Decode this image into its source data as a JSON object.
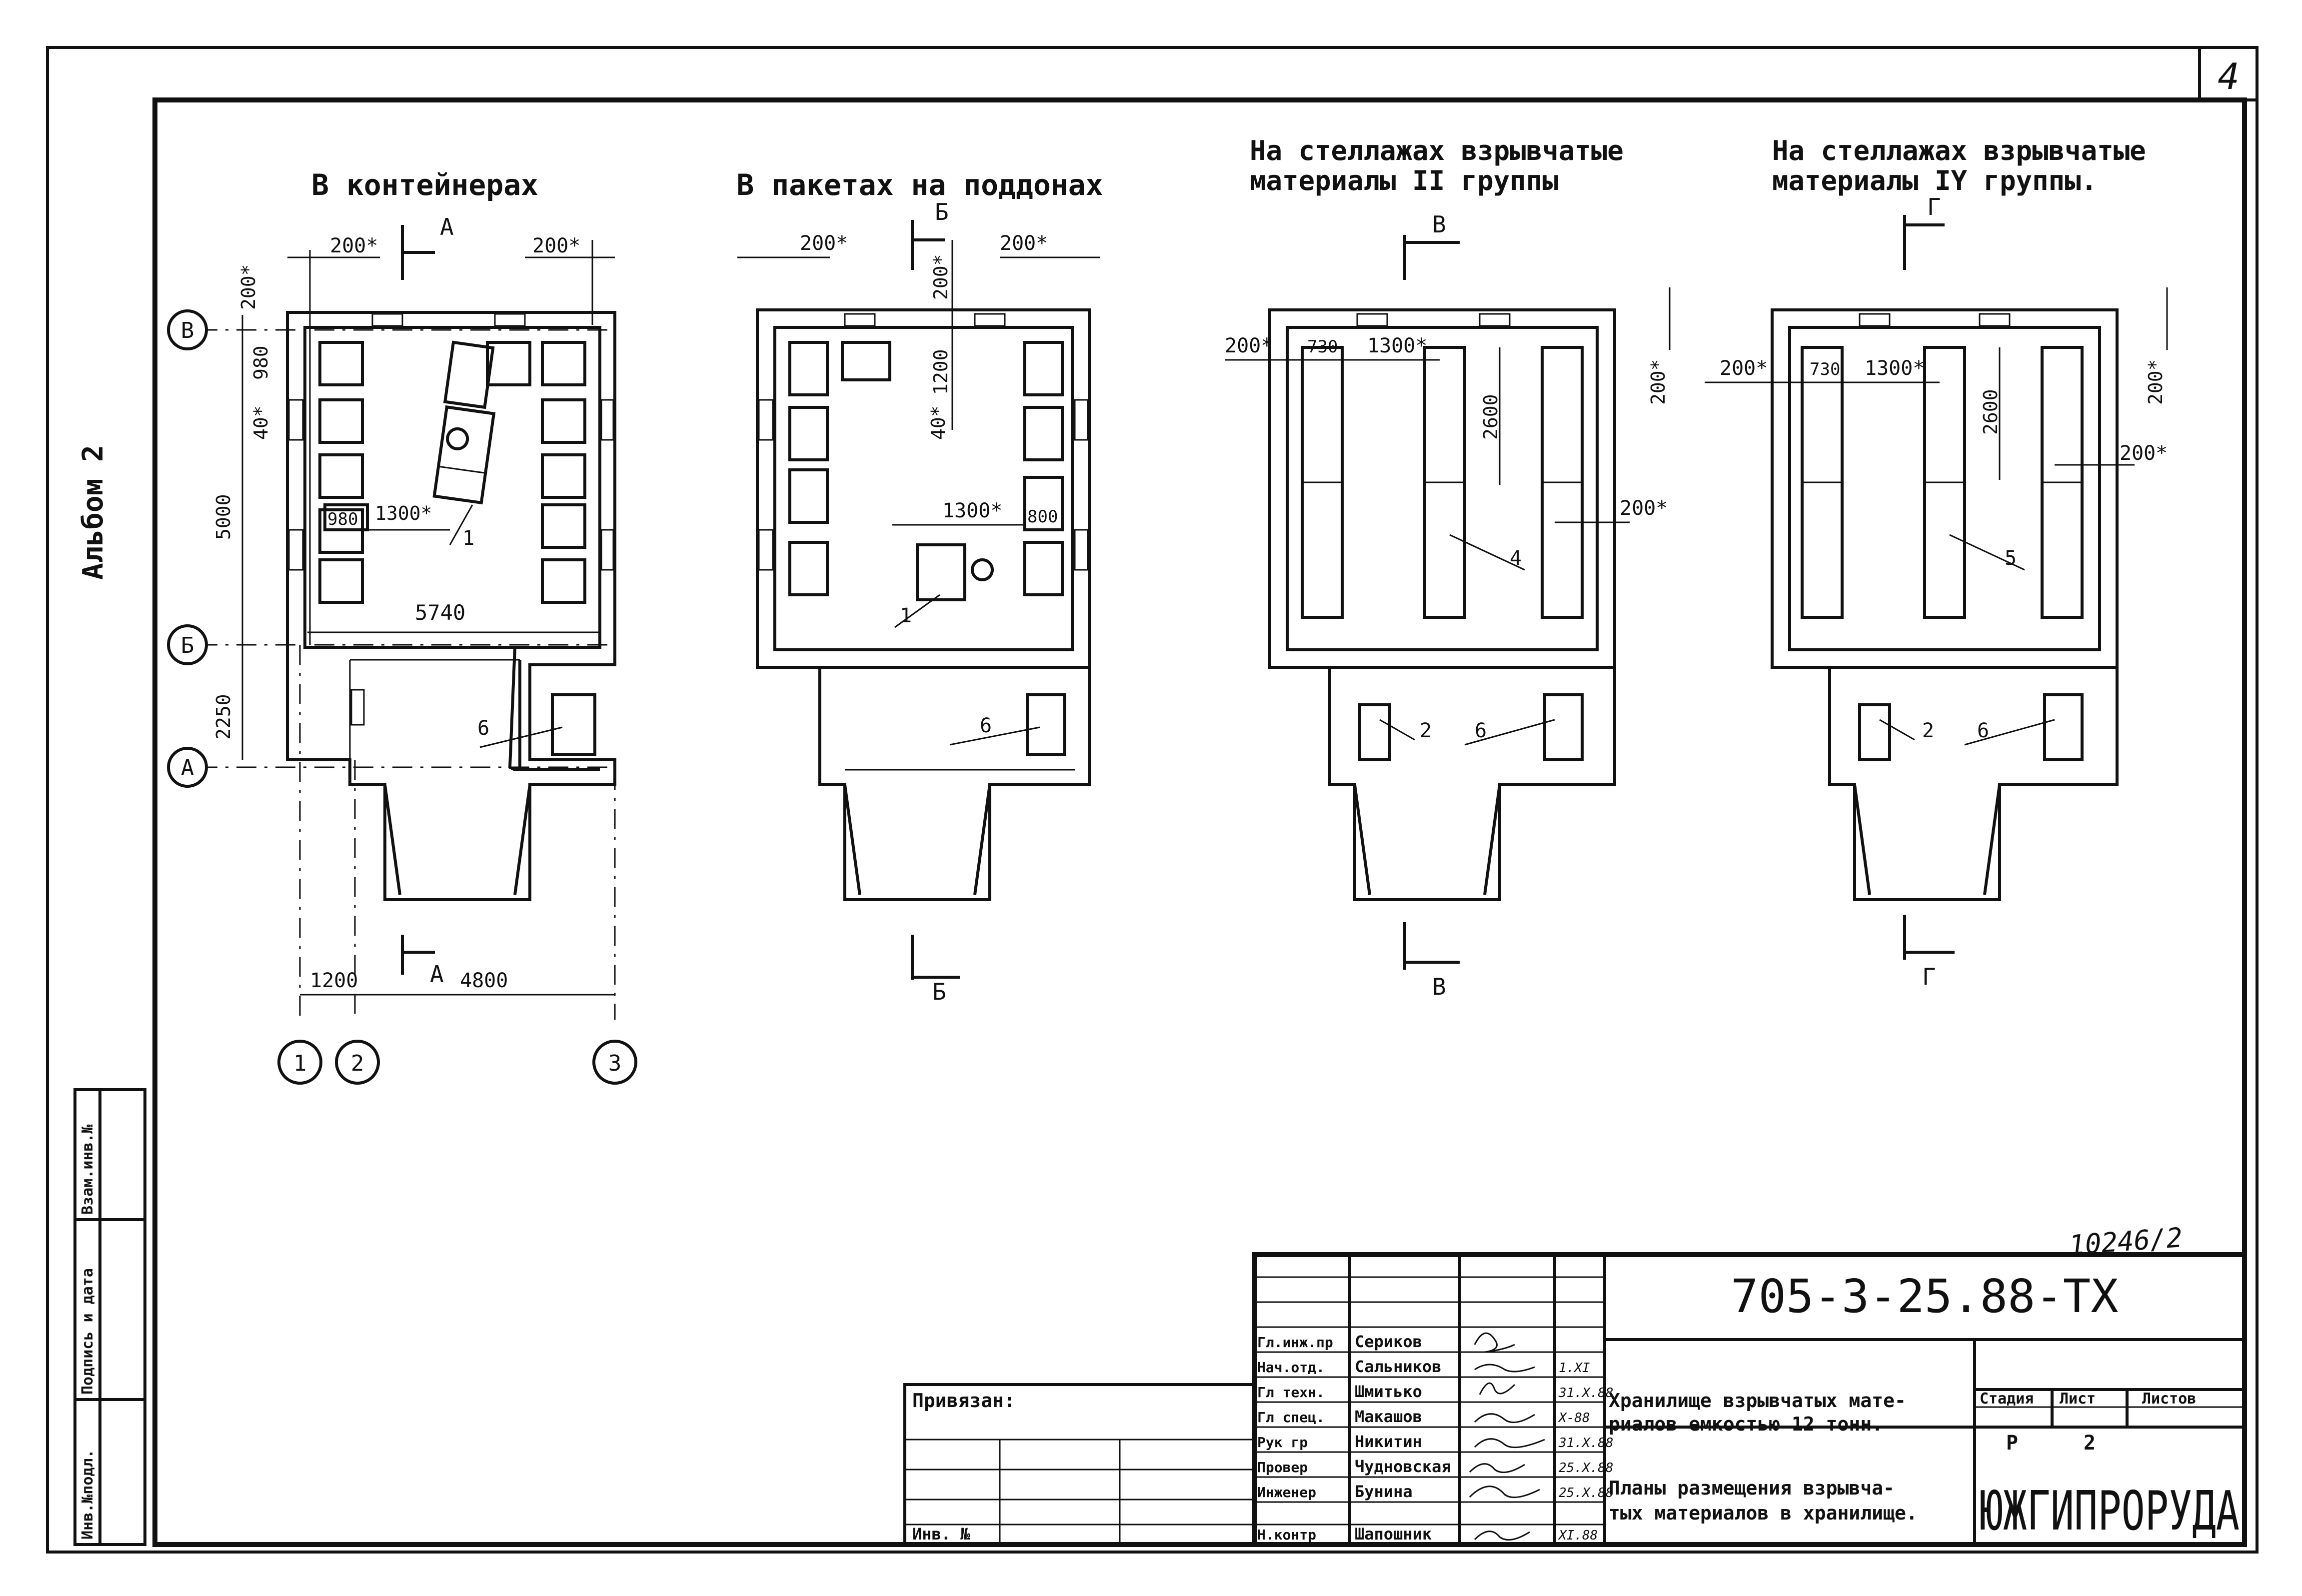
{
  "sheet": {
    "number": "4",
    "album": "Альбом 2",
    "archive_number": "10246/2"
  },
  "plans": [
    {
      "title": "В контейнерах",
      "section_top": "А",
      "section_bottom": "А",
      "dims": [
        "200*",
        "200*",
        "200*",
        "980",
        "40*",
        "5000",
        "980",
        "1300*",
        "5740",
        "2250",
        "1200",
        "4800"
      ],
      "callouts": [
        "1",
        "6"
      ]
    },
    {
      "title": "В пакетах на поддонах",
      "section_top": "Б",
      "section_bottom": "Б",
      "dims": [
        "200*",
        "200*",
        "200*",
        "1200",
        "40*",
        "1300*",
        "800"
      ],
      "callouts": [
        "1",
        "6"
      ]
    },
    {
      "title_line1": "На стеллажах взрывчатые",
      "title_line2": "материалы II группы",
      "section_top": "В",
      "section_bottom": "В",
      "dims": [
        "200*",
        "730",
        "1300*",
        "2600",
        "200*",
        "200*"
      ],
      "callouts": [
        "4",
        "2",
        "6"
      ]
    },
    {
      "title_line1": "На стеллажах взрывчатые",
      "title_line2": "материалы IY группы.",
      "section_top": "Г",
      "section_bottom": "Г",
      "dims": [
        "200*",
        "730",
        "1300*",
        "2600",
        "200*",
        "200*"
      ],
      "callouts": [
        "5",
        "2",
        "6"
      ]
    }
  ],
  "axes": {
    "rows": [
      "В",
      "Б",
      "А"
    ],
    "columns": [
      "1",
      "2",
      "3"
    ]
  },
  "side_stamp": [
    "Инв.№подл.",
    "Подпись и дата",
    "Взам.инв.№"
  ],
  "title_block": {
    "doc_code": "705-3-25.88-ТХ",
    "privyazan": "Привязан:",
    "inv_no": "Инв. №",
    "roles": [
      "Гл.инж.пр",
      "Нач.отд.",
      "Гл техн.",
      "Гл спец.",
      "Рук гр",
      "Провер",
      "Инженер",
      "Н.контр"
    ],
    "names": [
      "Сериков",
      "Сальников",
      "Шмитько",
      "Макашов",
      "Никитин",
      "Чудновская",
      "Бунина",
      "Шапошник"
    ],
    "dates": [
      "1.XI",
      "31.X.88",
      "X-88",
      "31.X.88",
      "25.X.88",
      "25.X.88",
      "XI.88"
    ],
    "object_title_1": "Хранилище взрывчатых мате-",
    "object_title_2": "риалов емкостью 12 тонн.",
    "sheet_title_1": "Планы размещения взрывча-",
    "sheet_title_2": "тых материалов в хранилище.",
    "stage_header": "Стадия",
    "sheet_header": "Лист",
    "sheets_header": "Листов",
    "stage": "Р",
    "sheet_no": "2",
    "organization": "ЮЖГИПРОРУДА"
  }
}
